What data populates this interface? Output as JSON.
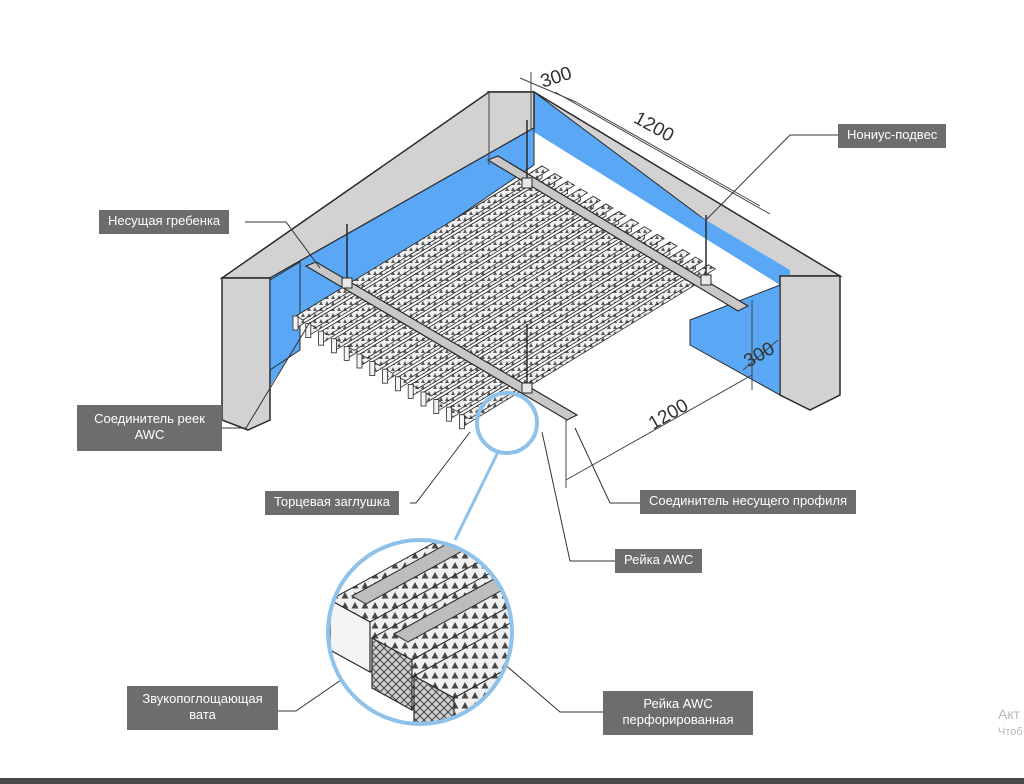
{
  "labels": {
    "vernier_hanger": "Нониус-подвес",
    "carrier_comb": "Несущая гребенка",
    "rail_connector_line1": "Соединитель реек",
    "rail_connector_line2": "AWC",
    "end_cap": "Торцевая заглушка",
    "carrier_profile_connector": "Соединитель несущего профиля",
    "rail_awc": "Рейка AWC",
    "sound_wool_line1": "Звукопоглощающая",
    "sound_wool_line2": "вата",
    "perforated_rail_line1": "Рейка AWC",
    "perforated_rail_line2": "перфорированная"
  },
  "dimensions": {
    "top_short": "300",
    "top_long": "1200",
    "right_short": "300",
    "right_long": "1200"
  },
  "watermark": {
    "line1": "Акт",
    "line2": "Чтоб"
  },
  "colors": {
    "wall_blue": "#5aa8f5",
    "wall_gray": "#d2d2d2",
    "wall_edge": "#2a2a2a",
    "magnifier_ring": "#8ec2ea",
    "label_bg": "#6d6d6d",
    "profile": "#c8c8c8"
  }
}
